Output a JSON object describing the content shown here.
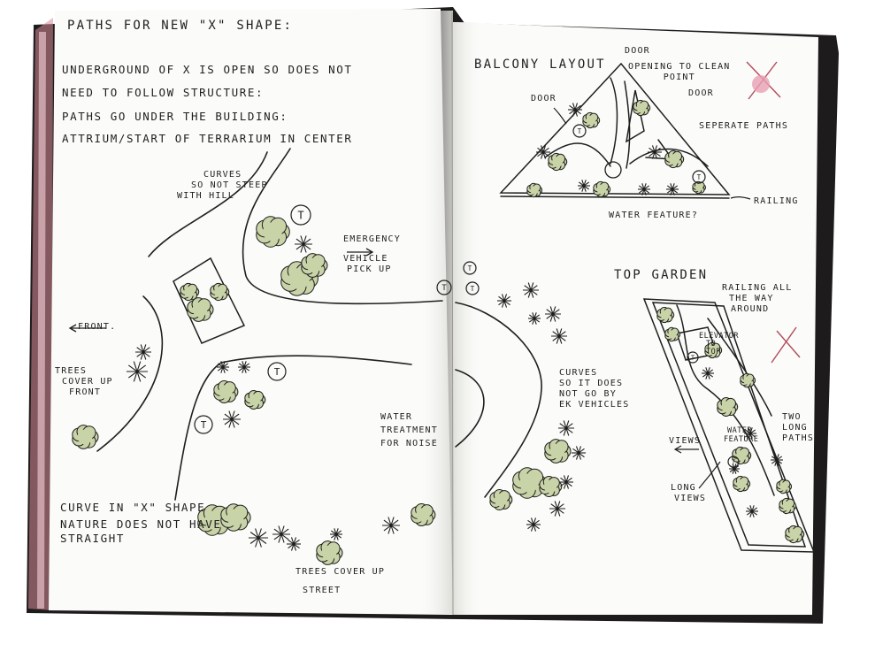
{
  "left_page": {
    "title": "PATHS FOR NEW \"X\" SHAPE:",
    "notes": [
      "UNDERGROUND OF X IS OPEN SO DOES NOT",
      "NEED TO FOLLOW STRUCTURE:",
      "PATHS GO UNDER THE BUILDING:",
      "ATTRIUM/START OF TERRARIUM IN CENTER"
    ],
    "curves_hill": [
      "CURVES",
      "SO NOT STEEP",
      "WITH HILL"
    ],
    "emergency": [
      "EMERGENCY",
      "VEHICLE",
      "PICK UP"
    ],
    "front": "FRONT.",
    "trees_front": [
      "TREES",
      "COVER UP",
      "FRONT"
    ],
    "water_treatment": [
      "WATER",
      "TREATMENT",
      "FOR NOISE"
    ],
    "curve_x": [
      "CURVE IN \"X\" SHAPE",
      "NATURE DOES NOT HAVE",
      "STRAIGHT"
    ],
    "trees_street": [
      "TREES COVER UP",
      "STREET"
    ],
    "trash_label": "T"
  },
  "right_page": {
    "balcony_title": "BALCONY LAYOUT",
    "door_top": "DOOR",
    "opening": [
      "OPENING TO CLEAN",
      "POINT"
    ],
    "door_left": "DOOR",
    "door_right": "DOOR",
    "separate_paths": "SEPERATE PATHS",
    "railing": "RAILING",
    "water_feature_q": "WATER FEATURE?",
    "top_garden_title": "TOP GARDEN",
    "railing_all": [
      "RAILING ALL",
      "THE WAY",
      "AROUND"
    ],
    "elevator": [
      "ELEVATOR",
      "TO",
      "TOP"
    ],
    "curves_ek": [
      "CURVES",
      "SO IT DOES",
      "NOT GO BY",
      "EK VEHICLES"
    ],
    "two_long_paths": [
      "TWO",
      "LONG",
      "PATHS"
    ],
    "water_feature": [
      "WATER",
      "FEATURE"
    ],
    "views": "VIEWS",
    "long_views": [
      "LONG",
      "VIEWS"
    ]
  },
  "colors": {
    "paper": "#fbfbf9",
    "ink": "#1f1f1f",
    "shrub": "#c9d3a8",
    "cover": "#1e1b1c",
    "page_edge_pink": "#d88a98",
    "x_mark": "#b04a5a",
    "pink_dot": "#e9a0b4"
  }
}
